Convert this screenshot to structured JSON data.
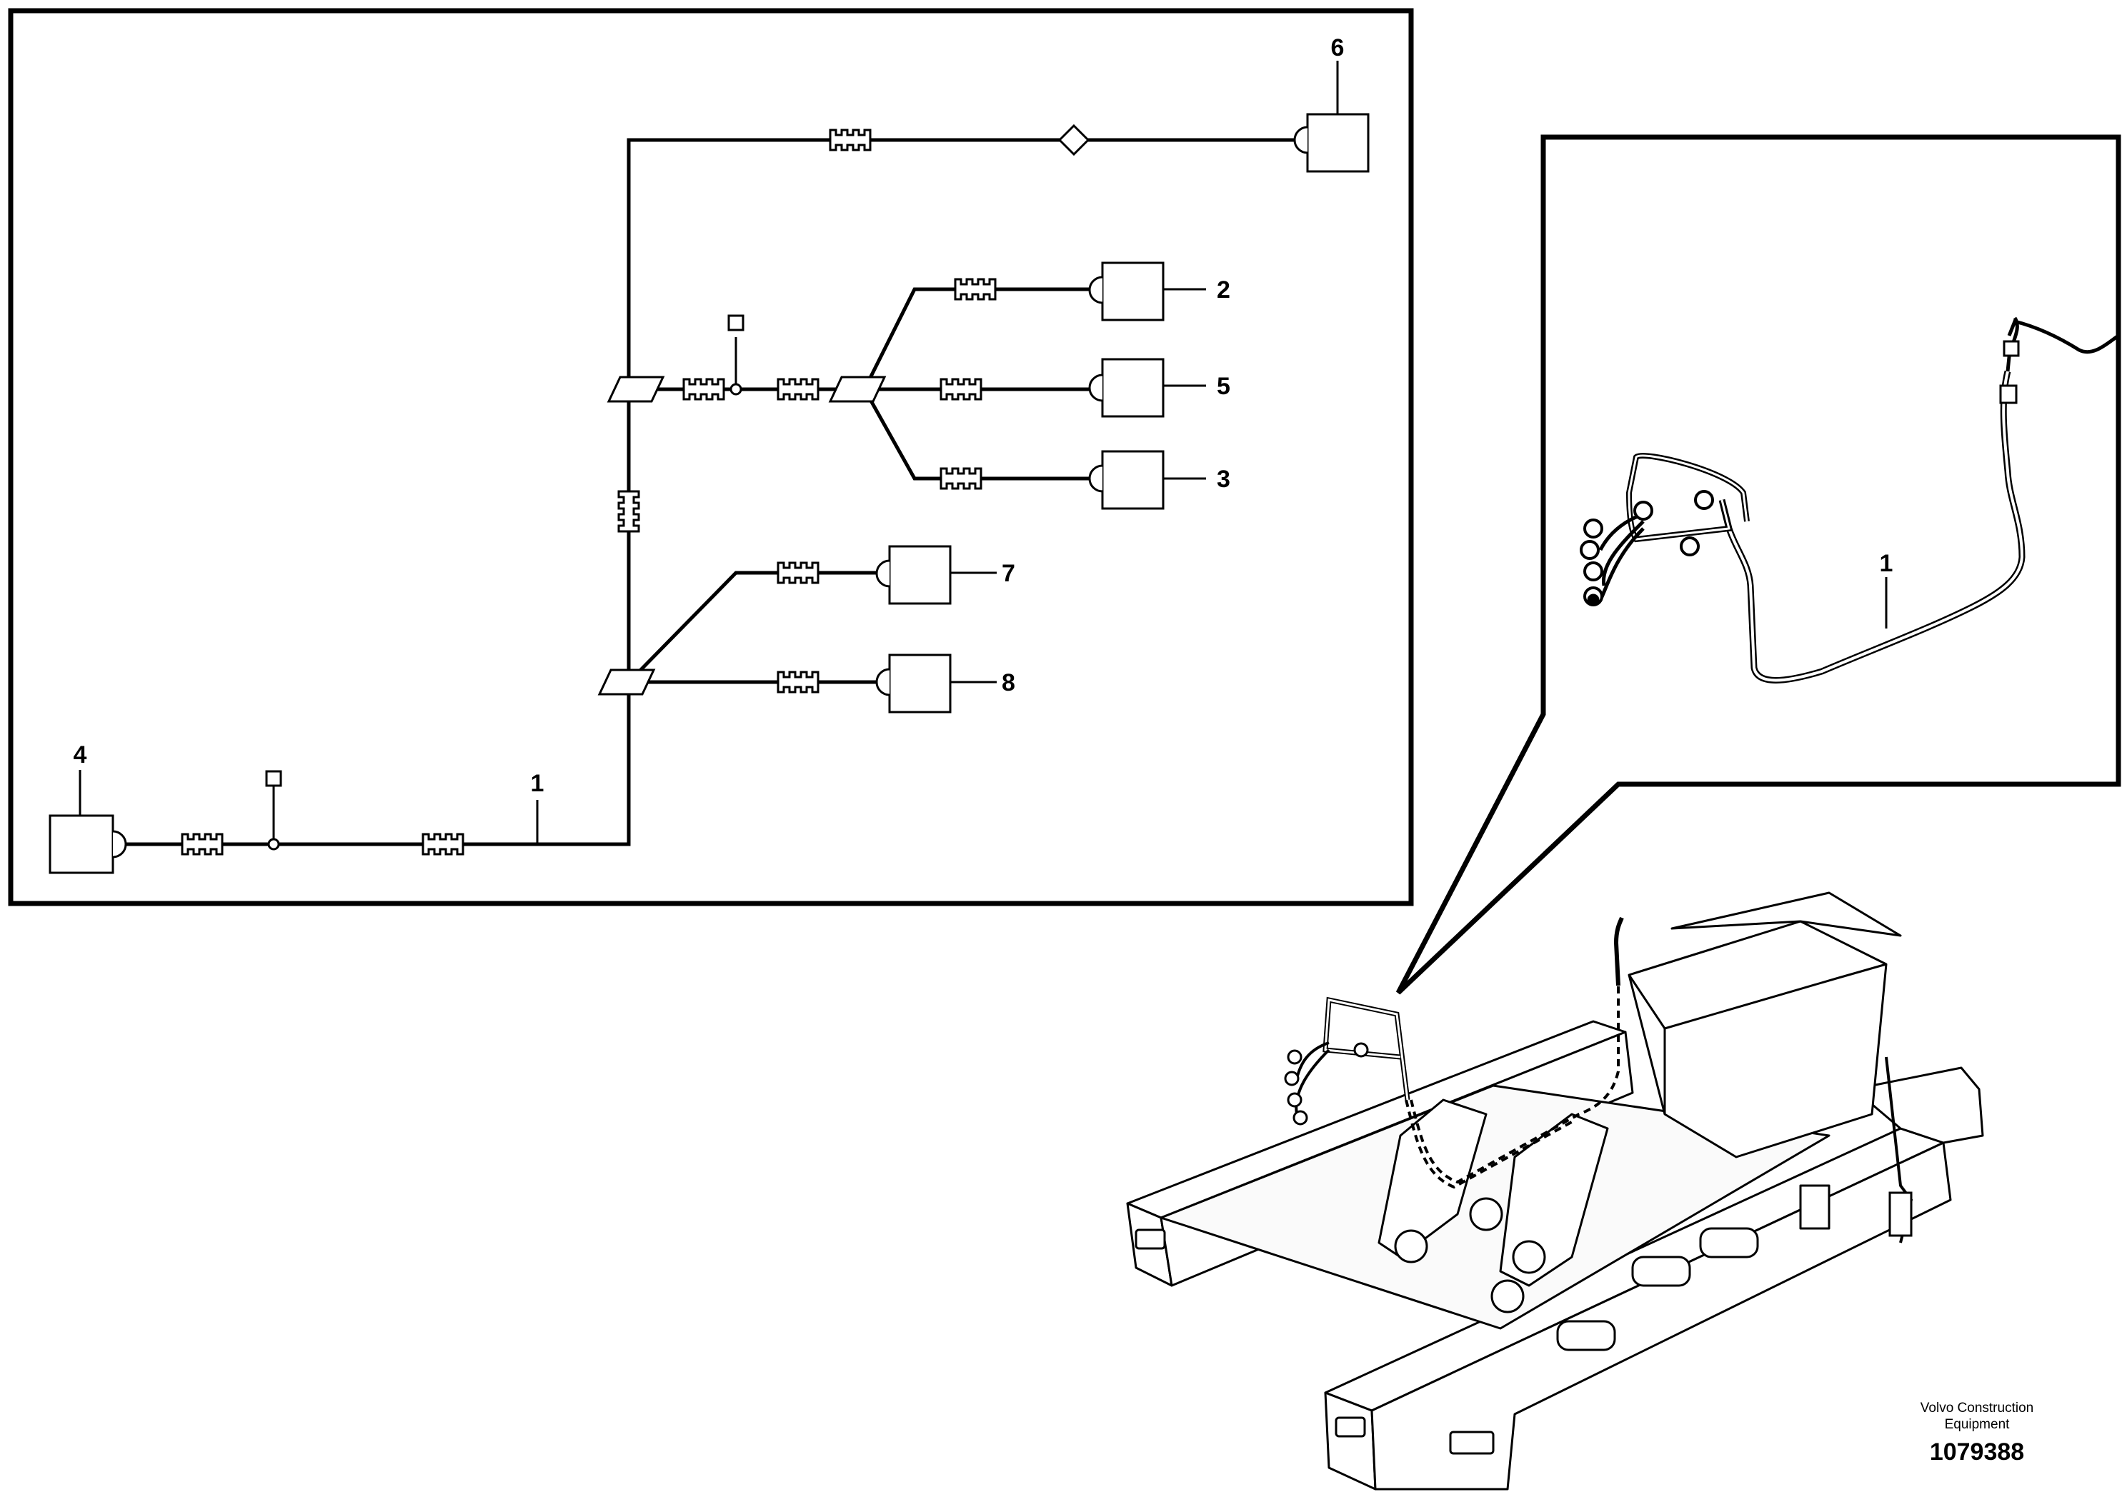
{
  "schematic": {
    "callouts": {
      "c1": "1",
      "c2": "2",
      "c3": "3",
      "c4": "4",
      "c5": "5",
      "c6": "6",
      "c7": "7",
      "c8": "8"
    }
  },
  "detail": {
    "callouts": {
      "c1": "1"
    }
  },
  "footer": {
    "manufacturer": "Volvo Construction Equipment",
    "part_number": "1079388"
  },
  "colors": {
    "line": "#000000",
    "background": "#ffffff",
    "dashed_route": "#000000"
  }
}
